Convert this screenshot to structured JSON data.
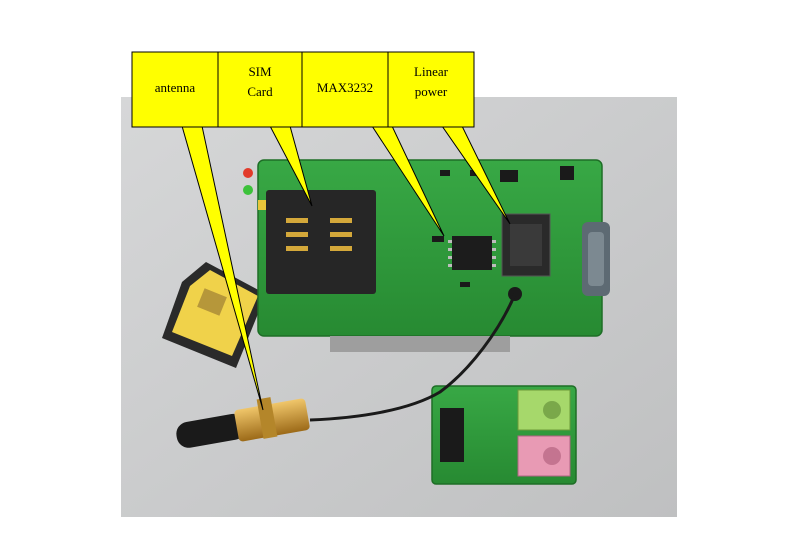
{
  "callouts": [
    {
      "id": "antenna",
      "lines": [
        "antenna"
      ]
    },
    {
      "id": "sim",
      "lines": [
        "SIM",
        "Card"
      ]
    },
    {
      "id": "max",
      "lines": [
        "MAX3232"
      ]
    },
    {
      "id": "power",
      "lines": [
        "Linear",
        "power"
      ]
    }
  ],
  "colors": {
    "callout_fill": "#ffff00",
    "pcb_green": "#2f9a3a",
    "backdrop": "#c9cacb",
    "headset_pink": "#e89ab4",
    "mic_green": "#a6d86b",
    "sim_card": "#f0d24a",
    "gold": "#c8962e"
  }
}
